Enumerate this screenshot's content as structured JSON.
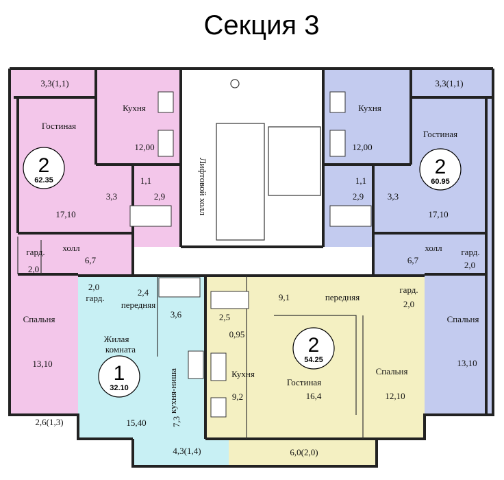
{
  "title": "Секция 3",
  "colors": {
    "pink": "#f3c6ea",
    "blue": "#c3cbef",
    "cyan": "#c8f0f4",
    "yellow": "#f4f0c2",
    "white": "#ffffff",
    "wall": "#222222"
  },
  "apartments": {
    "left": {
      "rooms": "2",
      "area": "62.35"
    },
    "right": {
      "rooms": "2",
      "area": "60.95"
    },
    "studio": {
      "rooms": "1",
      "area": "32.10"
    },
    "center": {
      "rooms": "2",
      "area": "54.25"
    }
  },
  "labels": {
    "l_balcony": "3,3(1,1)",
    "l_living": "Гостиная",
    "l_kitchen": "Кухня",
    "l_kitchen_area": "12,00",
    "l_wc": "1,1",
    "l_hall_3_3": "3,3",
    "l_bath": "2,9",
    "l_living_area": "17,10",
    "l_gard": "гард.",
    "l_gard_area": "2,0",
    "l_hall": "холл",
    "l_hall_area": "6,7",
    "l_bedroom": "Спальня",
    "l_bedroom_area": "13,10",
    "l_loggia": "2,6(1,3)",
    "lift_hall": "Лифтовой холл",
    "r_balcony": "3,3(1,1)",
    "r_kitchen": "Кухня",
    "r_living": "Гостиная",
    "r_kitchen_area": "12,00",
    "r_wc": "1,1",
    "r_bath": "2,9",
    "r_hall_3_3": "3,3",
    "r_living_area": "17,10",
    "r_hall": "холл",
    "r_gard": "гард.",
    "r_hall_area": "6,7",
    "r_gard_area": "2,0",
    "r_bedroom": "Спальня",
    "r_bedroom_area": "13,10",
    "s_gard_area": "2,0",
    "s_gard": "гард.",
    "s_front_area": "2,4",
    "s_front": "передняя",
    "s_bath": "3,6",
    "s_living1": "Жилая",
    "s_living2": "комната",
    "s_area": "15,40",
    "s_kitchen_niche": "кухня-ниша",
    "s_kitchen_niche_area": "7,3",
    "s_balcony": "4,3(1,4)",
    "c_front_area": "9,1",
    "c_front": "передняя",
    "c_gard": "гард.",
    "c_gard_area": "2,0",
    "c_bath": "2,5",
    "c_wc": "0,95",
    "c_kitchen": "Кухня",
    "c_kitchen_area": "9,2",
    "c_living": "Гостиная",
    "c_living_area": "16,4",
    "c_bedroom": "Спальня",
    "c_bedroom_area": "12,10",
    "c_balcony": "6,0(2,0)"
  }
}
